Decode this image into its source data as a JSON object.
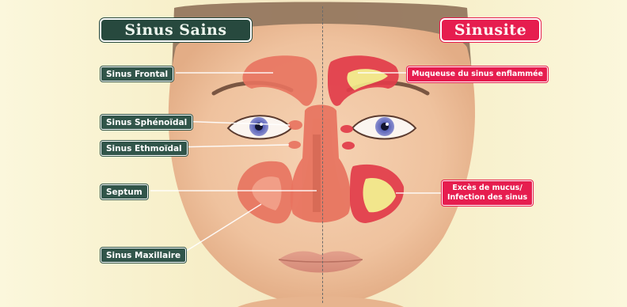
{
  "titles": {
    "left": "Sinus Sains",
    "right": "Sinusite"
  },
  "labels_left": {
    "frontal": "Sinus Frontal",
    "sphenoidal": "Sinus Sphénoïdal",
    "ethmoidal": "Sinus Ethmoïdal",
    "septum": "Septum",
    "maxillaire": "Sinus Maxillaire"
  },
  "labels_right": {
    "muqueuse": "Muqueuse du sinus enflammée",
    "exces_line1": "Excès de mucus/",
    "exces_line2": "Infection des sinus"
  },
  "colors": {
    "healthy_title": "#27493e",
    "sinusitis_title": "#e61d4f",
    "sinus_fill": "#e8735f",
    "mucus_fill": "#f3e98a",
    "skin": "#f2c7a3"
  }
}
